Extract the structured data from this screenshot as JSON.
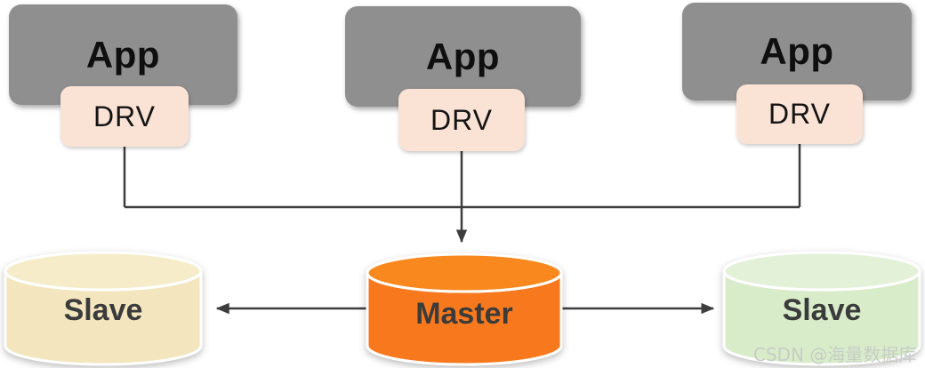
{
  "diagram": {
    "apps": [
      {
        "label": "App"
      },
      {
        "label": "App"
      },
      {
        "label": "App"
      }
    ],
    "drivers": [
      {
        "label": "DRV"
      },
      {
        "label": "DRV"
      },
      {
        "label": "DRV"
      }
    ],
    "databases": [
      {
        "label": "Slave",
        "fill": "#f3e5bd",
        "top_fill": "#f6ecca"
      },
      {
        "label": "Master",
        "fill": "#f8791d",
        "top_fill": "#f9891f"
      },
      {
        "label": "Slave",
        "fill": "#d8ecca",
        "top_fill": "#e2f1d8"
      }
    ],
    "colors": {
      "background": "#ffffff",
      "app_fill": "#8f8f8f",
      "app_text": "#0f0f0f",
      "drv_fill": "#fae3d5",
      "drv_text": "#141414",
      "connector_line": "#3d3d3d",
      "db_label_text": "#3b3b3b"
    },
    "watermark": "CSDN @海量数据库"
  }
}
